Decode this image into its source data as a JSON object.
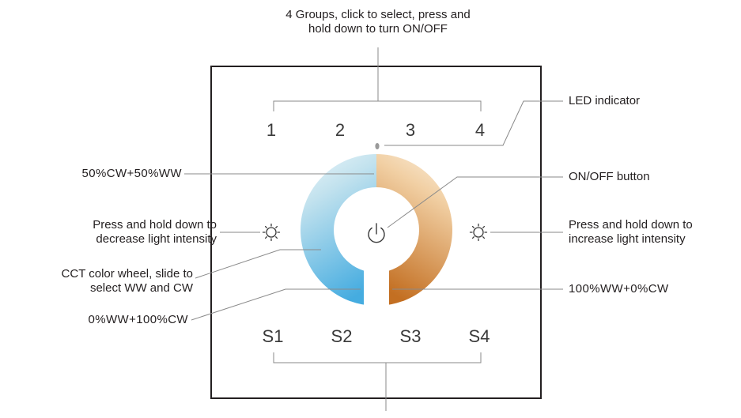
{
  "callouts": {
    "groups_line1": "4 Groups, click to select, press and",
    "groups_line2": "hold down to turn ON/OFF",
    "led_indicator": "LED indicator",
    "cw_ww_mid": "50%CW+50%WW",
    "on_off_button": "ON/OFF button",
    "decrease_line1": "Press and hold down to",
    "decrease_line2": "decrease light intensity",
    "increase_line1": "Press and hold down to",
    "increase_line2": "increase light intensity",
    "wheel_line1": "CCT color wheel, slide to",
    "wheel_line2": "select WW and CW",
    "ww_full": "100%WW+0%CW",
    "cw_full": "0%WW+100%CW"
  },
  "panel": {
    "groups": [
      "1",
      "2",
      "3",
      "4"
    ],
    "scenes": [
      "S1",
      "S2",
      "S3",
      "S4"
    ]
  },
  "colors": {
    "wheel_cool": "#4fb3e2",
    "wheel_neutral": "#fbf8f1",
    "wheel_warm": "#c7772a",
    "line": "#8a8a8a",
    "frame": "#231f20"
  },
  "icons": {
    "power": "power-icon",
    "brightness": "sun-icon"
  }
}
